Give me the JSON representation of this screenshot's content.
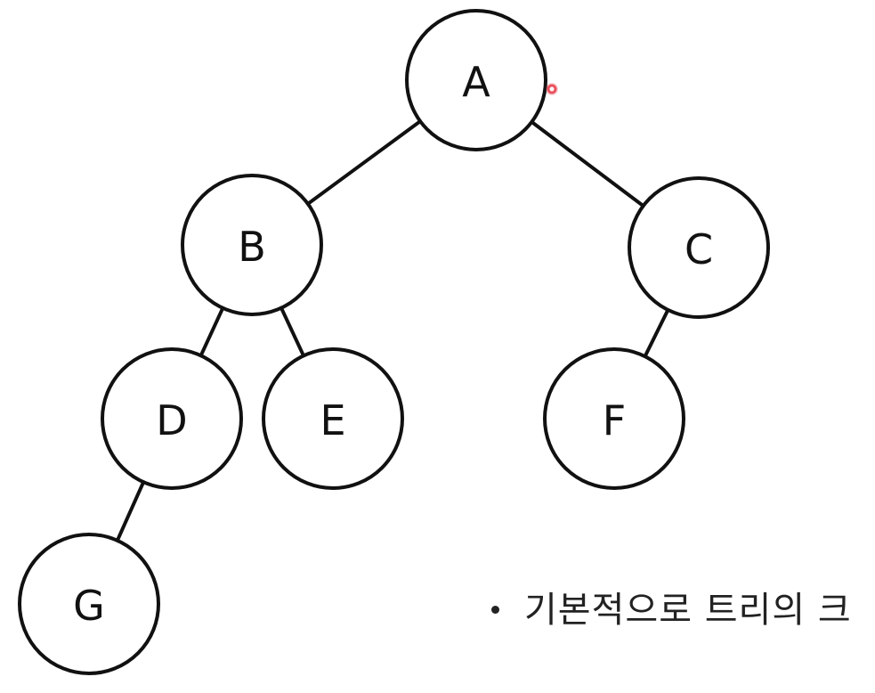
{
  "tree": {
    "nodes": [
      {
        "id": "A",
        "label": "A"
      },
      {
        "id": "B",
        "label": "B"
      },
      {
        "id": "C",
        "label": "C"
      },
      {
        "id": "D",
        "label": "D"
      },
      {
        "id": "E",
        "label": "E"
      },
      {
        "id": "F",
        "label": "F"
      },
      {
        "id": "G",
        "label": "G"
      }
    ],
    "edges": [
      [
        "A",
        "B"
      ],
      [
        "A",
        "C"
      ],
      [
        "B",
        "D"
      ],
      [
        "B",
        "E"
      ],
      [
        "C",
        "F"
      ],
      [
        "D",
        "G"
      ]
    ]
  },
  "caption": {
    "text": "기본적으로 트리의 크"
  },
  "colors": {
    "stroke": "#111111",
    "cursor": "#e8505b"
  }
}
